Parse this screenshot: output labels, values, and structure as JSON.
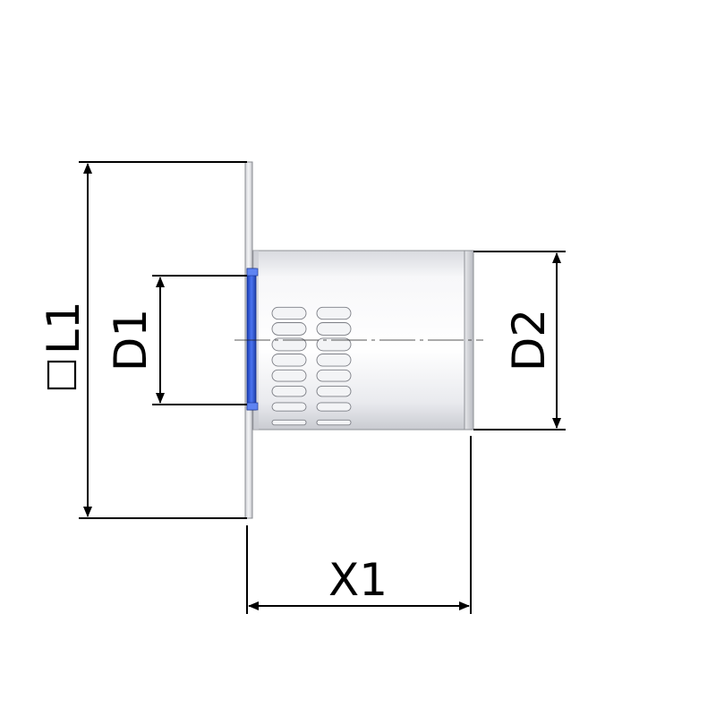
{
  "drawing": {
    "dimensions": {
      "L1": "L1",
      "L1_symbol": "square",
      "D1": "D1",
      "D2": "D2",
      "X1": "X1"
    },
    "colors": {
      "line": "#000000",
      "body_light": "#f6f6f8",
      "body_mid": "#d9dbe0",
      "body_dark": "#9a9ca3",
      "seal": "#2f55d4"
    },
    "slots": {
      "columns": 2,
      "rows": 8
    }
  }
}
